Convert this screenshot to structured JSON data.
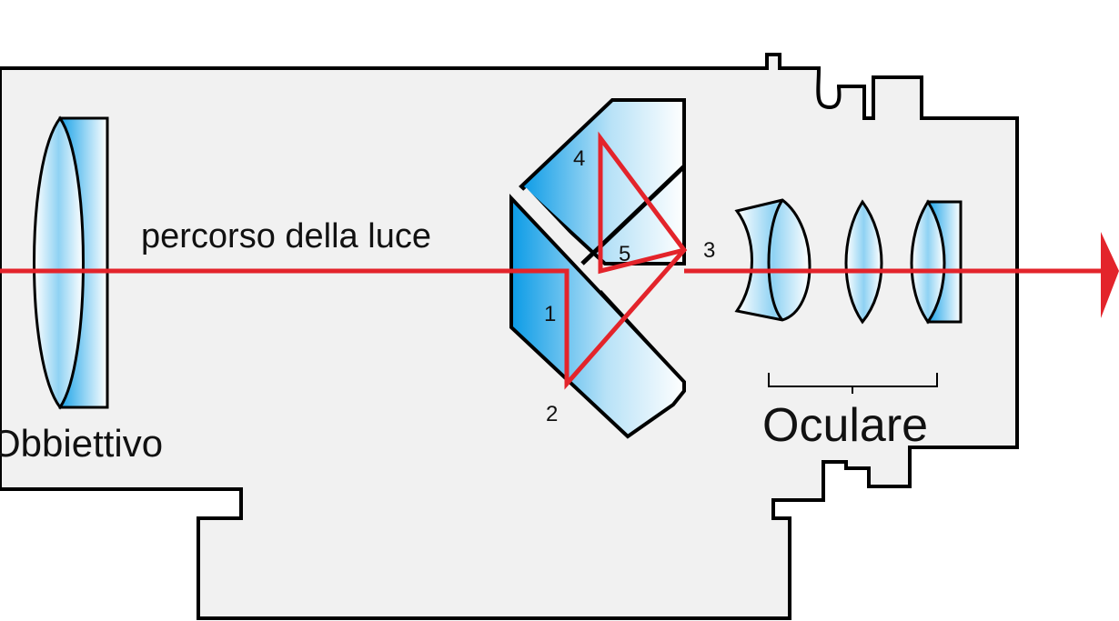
{
  "labels": {
    "light_path": "percorso della luce",
    "objective": "Obbiettivo",
    "eyepiece": "Oculare"
  },
  "markers": [
    "1",
    "2",
    "3",
    "4",
    "5"
  ],
  "colors": {
    "body_fill": "#f1f1f1",
    "outline": "#000000",
    "light_ray": "#e3242b",
    "glass_dark": "#1aa3e8",
    "glass_light": "#ffffff"
  }
}
